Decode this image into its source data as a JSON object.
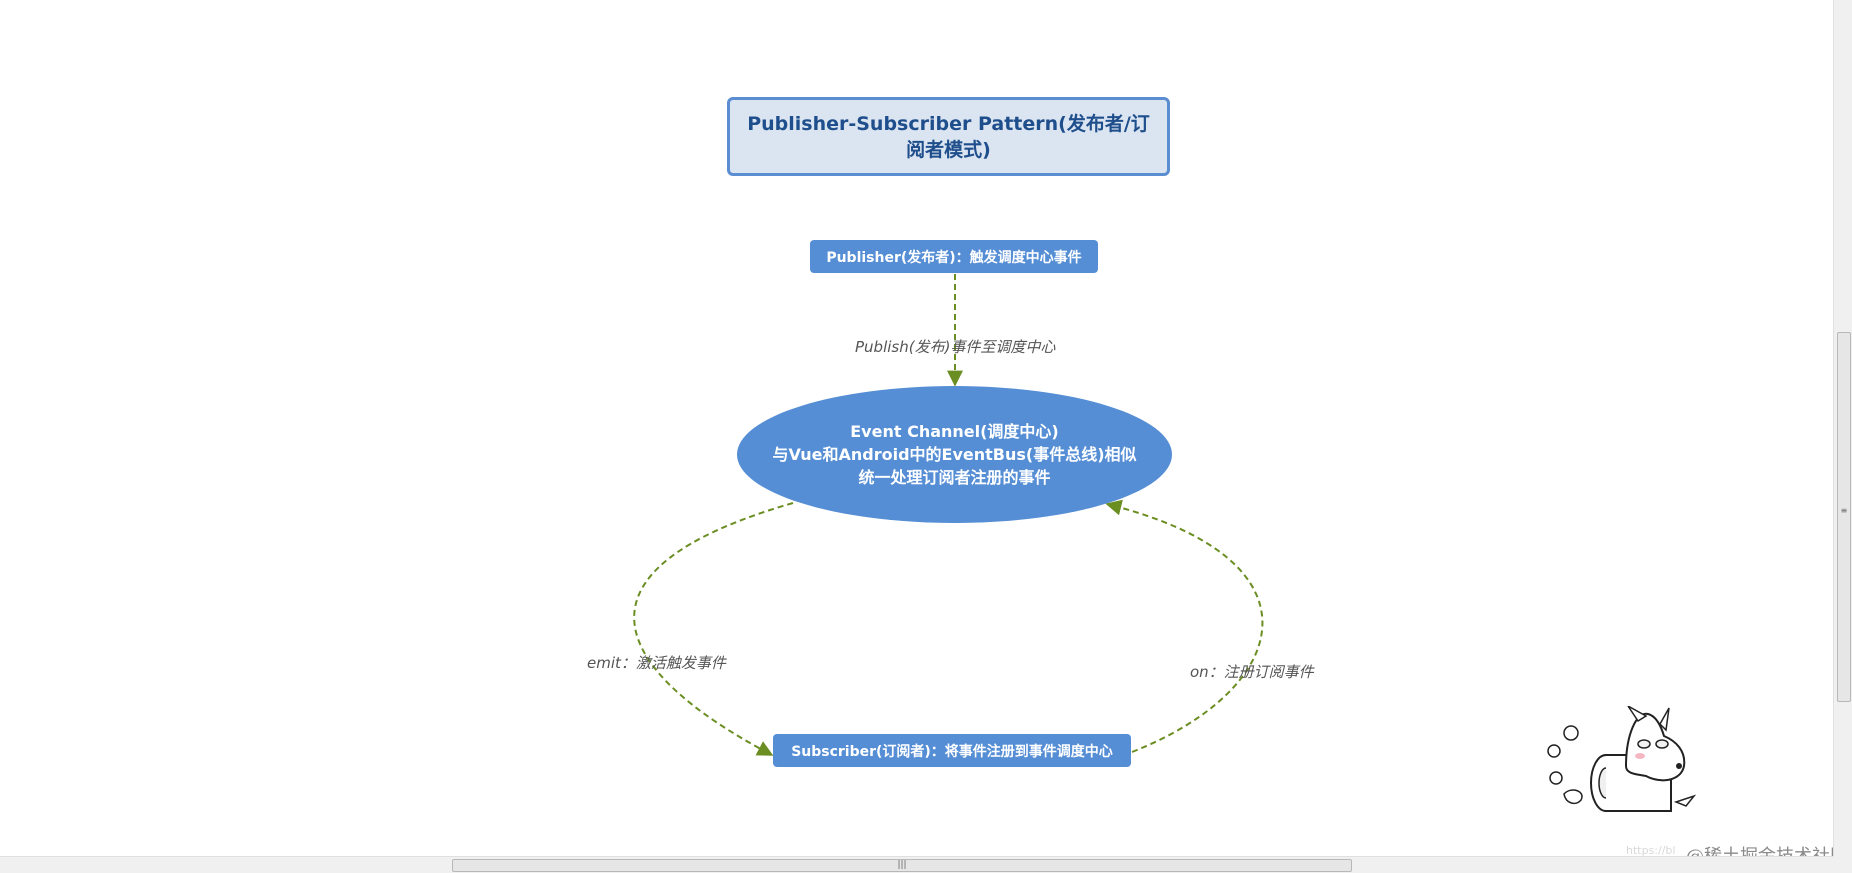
{
  "diagram": {
    "title": "Publisher-Subscriber Pattern(发布者/订阅者模式)",
    "publisher": "Publisher(发布者)：触发调度中心事件",
    "channel_line1": "Event Channel(调度中心)",
    "channel_line2": "与Vue和Android中的EventBus(事件总线)相似",
    "channel_line3": "统一处理订阅者注册的事件",
    "subscriber": "Subscriber(订阅者)：将事件注册到事件调度中心",
    "edge_publish": "Publish(发布)事件至调度中心",
    "edge_emit": "emit：激活触发事件",
    "edge_on": "on：注册订阅事件"
  },
  "colors": {
    "node_fill": "#558ed5",
    "title_fill": "#dbe5f1",
    "title_border": "#5b8ed0",
    "edge": "#6b8e23"
  },
  "watermark": {
    "url": "https://bl",
    "site": "@稀土掘金技术社区"
  },
  "scrollbars": {
    "grip": "|||",
    "vgrip": "≡"
  }
}
